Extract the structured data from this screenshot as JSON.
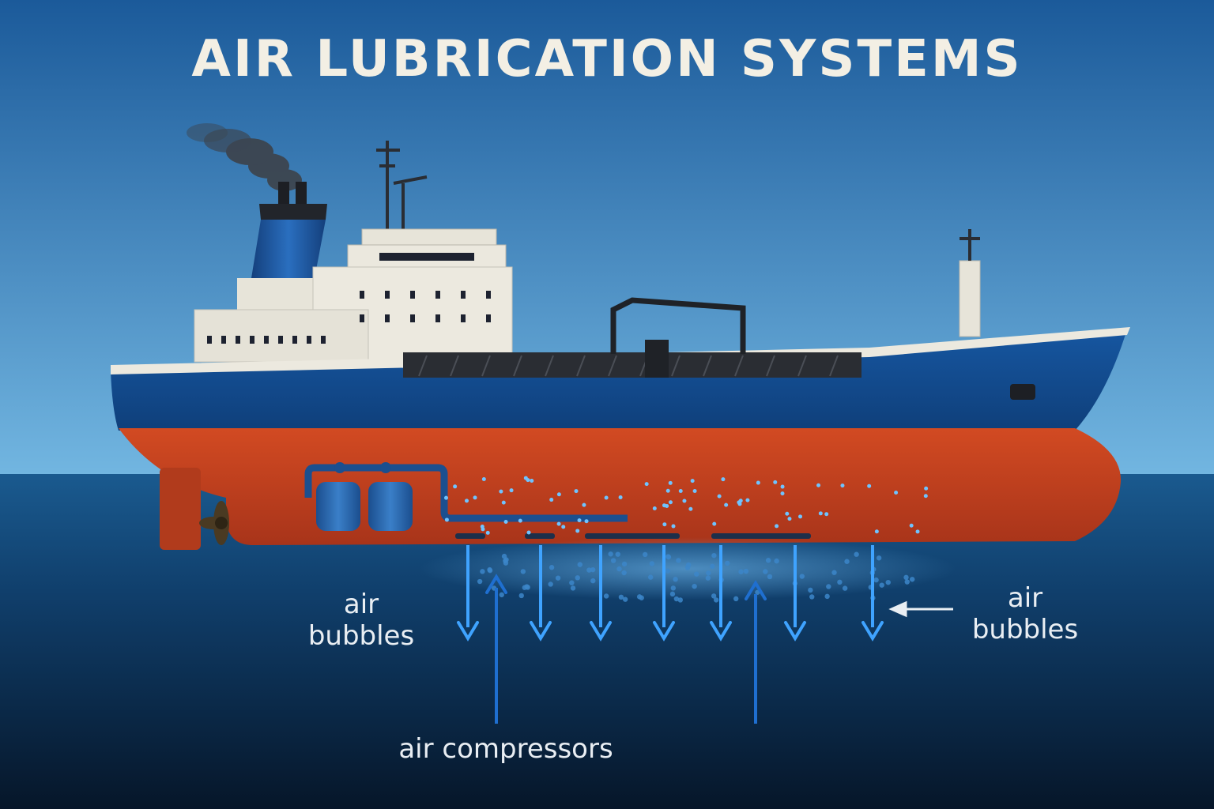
{
  "title": "Air Lubrication Systems",
  "labels": {
    "left_line1": "air",
    "left_line2": "bubbles",
    "right_line1": "air",
    "right_line2": "bubbles",
    "compressors": "air compressors"
  },
  "colors": {
    "sky_top": "#1d5e9e",
    "sky_bottom": "#6fb4e0",
    "sea": "#134a7c",
    "deep_sea": "#0a1f38",
    "hull_blue": "#124c8f",
    "hull_red": "#c4431f",
    "superstructure": "#e8e6dc",
    "funnel_blue": "#1e5fa8",
    "bubble": "#6fc3ff",
    "arrow": "#3fa3ff",
    "title": "#f3efe4"
  },
  "icons": [
    "ship-icon",
    "propeller-icon",
    "rudder-icon",
    "air-tank-icon",
    "smoke-icon",
    "arrow-down-icon",
    "arrow-up-icon",
    "arrow-left-icon"
  ]
}
